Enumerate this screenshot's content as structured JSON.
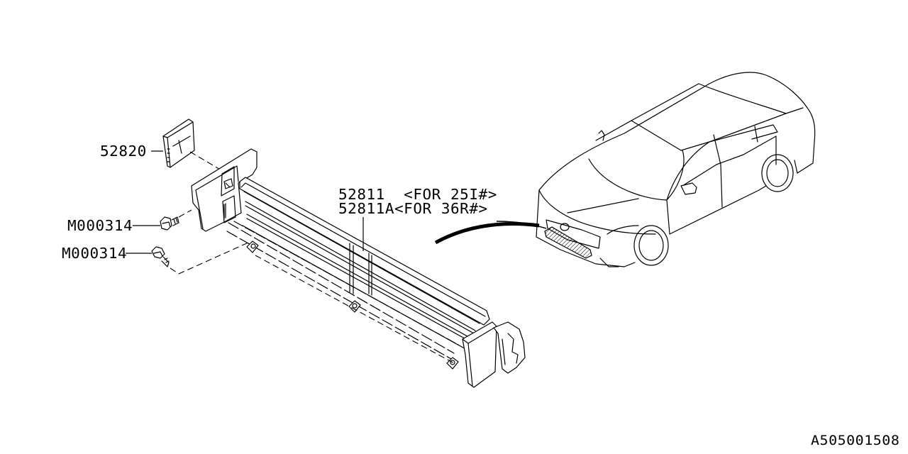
{
  "diagram": {
    "type": "exploded-parts-diagram",
    "subject": "Front grille air guide / radiator shutter assembly",
    "callouts": [
      {
        "id": "part-52820",
        "label": "52820"
      },
      {
        "id": "part-m000314-upper",
        "label": "M000314"
      },
      {
        "id": "part-m000314-lower",
        "label": "M000314"
      },
      {
        "id": "part-52811",
        "label": "52811  <FOR 25I#>"
      },
      {
        "id": "part-52811a",
        "label": "52811A<FOR 36R#>"
      }
    ],
    "locator": {
      "description": "Sedan vehicle view with hatched location of part in front bumper",
      "highlight_color": "#000000"
    },
    "illustration_id": "A505001508"
  },
  "colors": {
    "background": "#ffffff",
    "line": "#000000"
  }
}
